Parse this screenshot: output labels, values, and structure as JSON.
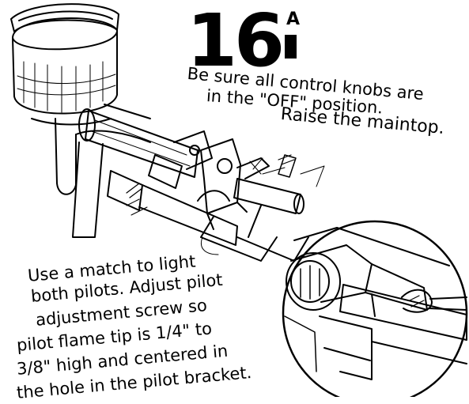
{
  "step": {
    "number": "16",
    "suffix": "A"
  },
  "top_instructions": [
    "Be sure all control knobs are",
    "in the \"OFF\" position.",
    "Raise the maintop."
  ],
  "bottom_instructions": [
    "Use a match to light",
    "both pilots. Adjust pilot",
    "adjustment screw so",
    "pilot flame tip is 1/4\" to",
    "3/8\" high and centered in",
    "the hole in the pilot bracket."
  ]
}
